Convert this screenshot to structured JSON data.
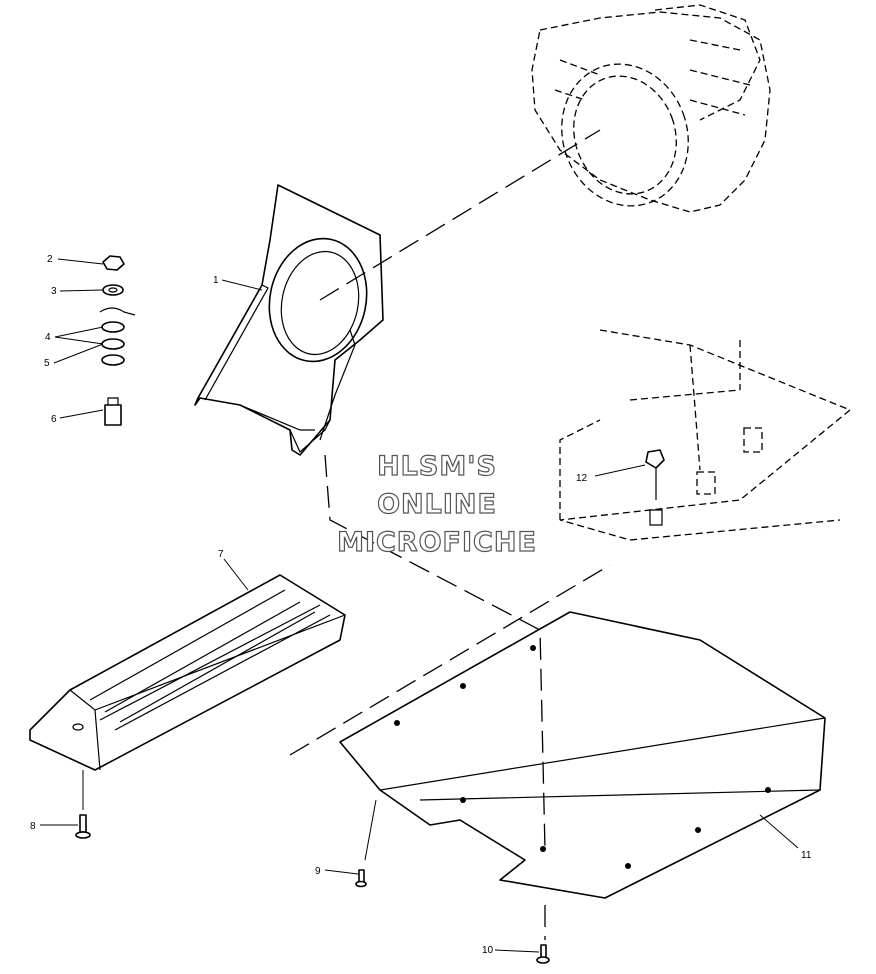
{
  "watermark": {
    "line1": "HLSM'S",
    "line2": "ONLINE",
    "line3": "MICROFICHE"
  },
  "callouts": [
    "1",
    "2",
    "3",
    "4",
    "5",
    "6",
    "7",
    "8",
    "9",
    "10",
    "11",
    "12"
  ],
  "parts": [
    {
      "ref": "1",
      "name": "heat-shield"
    },
    {
      "ref": "2",
      "name": "nut"
    },
    {
      "ref": "3",
      "name": "washer"
    },
    {
      "ref": "4",
      "name": "wire-clip"
    },
    {
      "ref": "5",
      "name": "washer-pair"
    },
    {
      "ref": "6",
      "name": "bolt"
    },
    {
      "ref": "7",
      "name": "footrest-pad"
    },
    {
      "ref": "8",
      "name": "screw"
    },
    {
      "ref": "9",
      "name": "rivet"
    },
    {
      "ref": "10",
      "name": "rivet"
    },
    {
      "ref": "11",
      "name": "skid-plate"
    },
    {
      "ref": "12",
      "name": "plug"
    }
  ]
}
